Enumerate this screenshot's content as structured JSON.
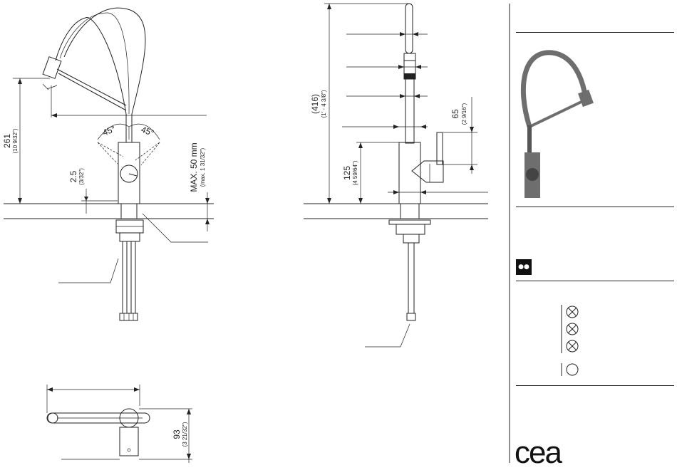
{
  "dimensions": {
    "height_261": {
      "value": "261",
      "inch": "(10 9/32\")"
    },
    "base_2_5": {
      "value": "2.5",
      "inch": "(3/32\")"
    },
    "max_50": {
      "value": "MAX. 50 mm",
      "inch": "(max. 1 31/32\")"
    },
    "angle_left": "45°",
    "angle_right": "45°",
    "height_416": {
      "value": "(416)",
      "inch": "(1' - 4 3/8\")"
    },
    "height_125": {
      "value": "125",
      "inch": "(4 59/64\")"
    },
    "lever_65": {
      "value": "65",
      "inch": "(2 9/16\")"
    },
    "depth_93": {
      "value": "93",
      "inch": "(3 21/32\")"
    }
  },
  "sidebar": {
    "badge_icon": "water-drops-icon",
    "symbols": [
      "crossed-circle-icon",
      "crossed-circle-icon",
      "crossed-circle-icon",
      "circle-icon"
    ],
    "logo": "cea"
  }
}
